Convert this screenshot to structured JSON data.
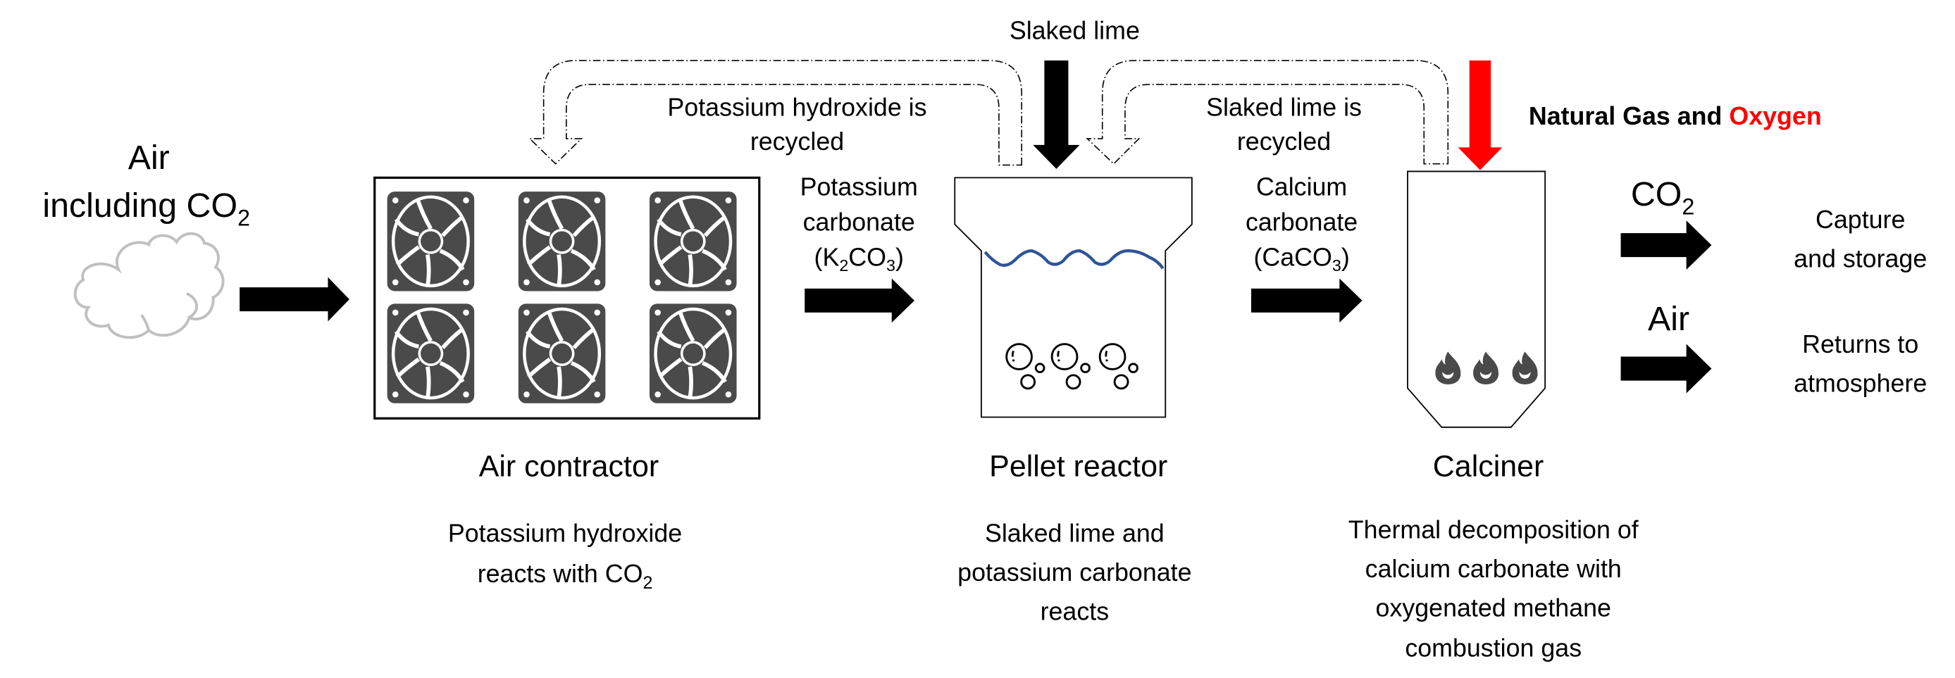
{
  "diagram": {
    "title": "Direct air capture process with potassium hydroxide and calcium loop",
    "inputs": {
      "air_line1": "Air",
      "air_line2_prefix": "including CO",
      "air_line2_sub": "2",
      "slaked_lime": "Slaked lime",
      "natural_gas_prefix": "Natural Gas and ",
      "natural_gas_highlight": "Oxygen"
    },
    "recycle_loops": [
      {
        "line1": "Potassium hydroxide is",
        "line2": "recycled"
      },
      {
        "line1": "Slaked lime is",
        "line2": "recycled"
      }
    ],
    "flows": {
      "k2co3": {
        "line1": "Potassium",
        "line2": "carbonate",
        "formula_open": "(K",
        "sub1": "2",
        "formula_mid": "CO",
        "sub2": "3",
        "formula_close": ")"
      },
      "caco3": {
        "line1": "Calcium",
        "line2": "carbonate",
        "formula_open": "(CaCO",
        "sub1": "3",
        "formula_close": ")"
      }
    },
    "outputs": [
      {
        "label_prefix": "CO",
        "label_sub": "2",
        "dest_line1": "Capture",
        "dest_line2": "and storage"
      },
      {
        "label_prefix": "Air",
        "label_sub": "",
        "dest_line1": "Returns to",
        "dest_line2": "atmosphere"
      }
    ],
    "units": [
      {
        "name": "Air contractor",
        "icon": "fan-icon",
        "icon_count": 6,
        "desc_lines": [
          "Potassium hydroxide",
          "reacts with CO"
        ],
        "desc_sub": "2"
      },
      {
        "name": "Pellet reactor",
        "icon": "bubbles-icon",
        "icon_count": 3,
        "desc_lines": [
          "Slaked lime and",
          "potassium carbonate",
          "reacts"
        ]
      },
      {
        "name": "Calciner",
        "icon": "flame-icon",
        "icon_count": 3,
        "desc_lines": [
          "Thermal decomposition of",
          "calcium carbonate with",
          "oxygenated methane",
          "combustion gas"
        ]
      }
    ],
    "colors": {
      "arrow": "#000000",
      "oxygen_accent": "#ff0000",
      "liquid_wave": "#2f5597",
      "cloud": "#c0c0c0",
      "icon_dark": "#4a4a4a"
    }
  }
}
